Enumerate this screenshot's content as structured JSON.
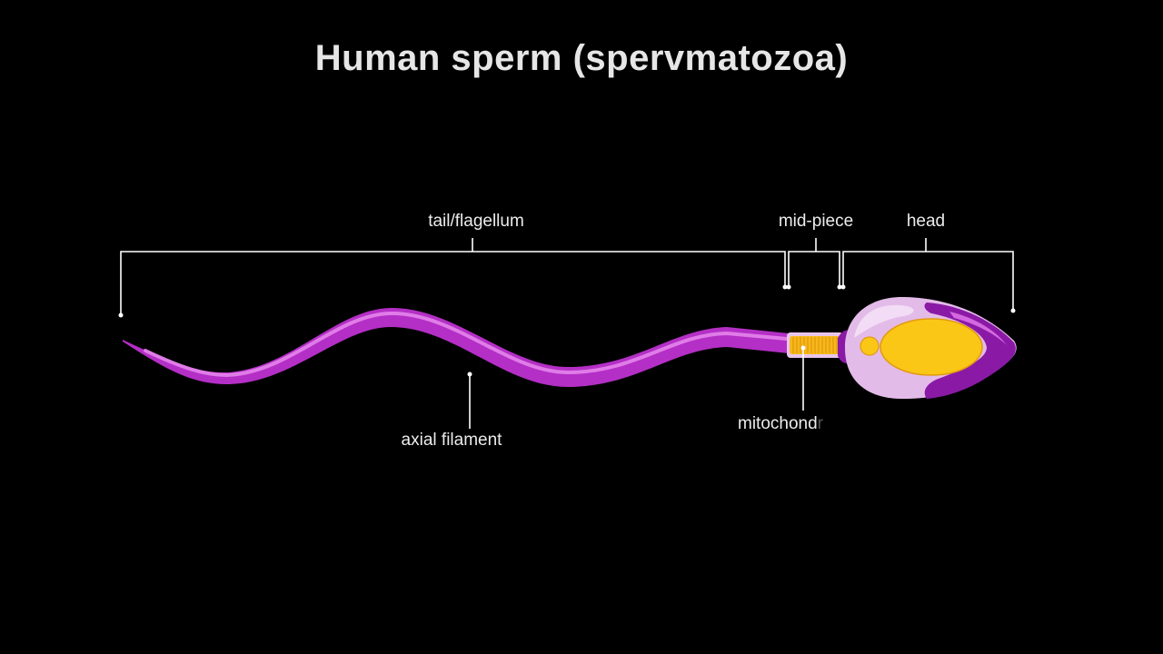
{
  "title": "Human sperm (spervmatozoa)",
  "labels": {
    "tail": "tail/flagellum",
    "midpiece": "mid-piece",
    "head": "head",
    "axial_filament": "axial filament",
    "mitochondria": "mitochond",
    "mitochondria_fading": "r"
  },
  "colors": {
    "background": "#000000",
    "tail": "#b42fc6",
    "tail_highlight": "#e07ce8",
    "head": "#e3bbe8",
    "acrosome": "#8a1aa6",
    "nucleus": "#fbc716",
    "mitochondria": "#f6b81c",
    "leader_lines": "#ffffff"
  }
}
